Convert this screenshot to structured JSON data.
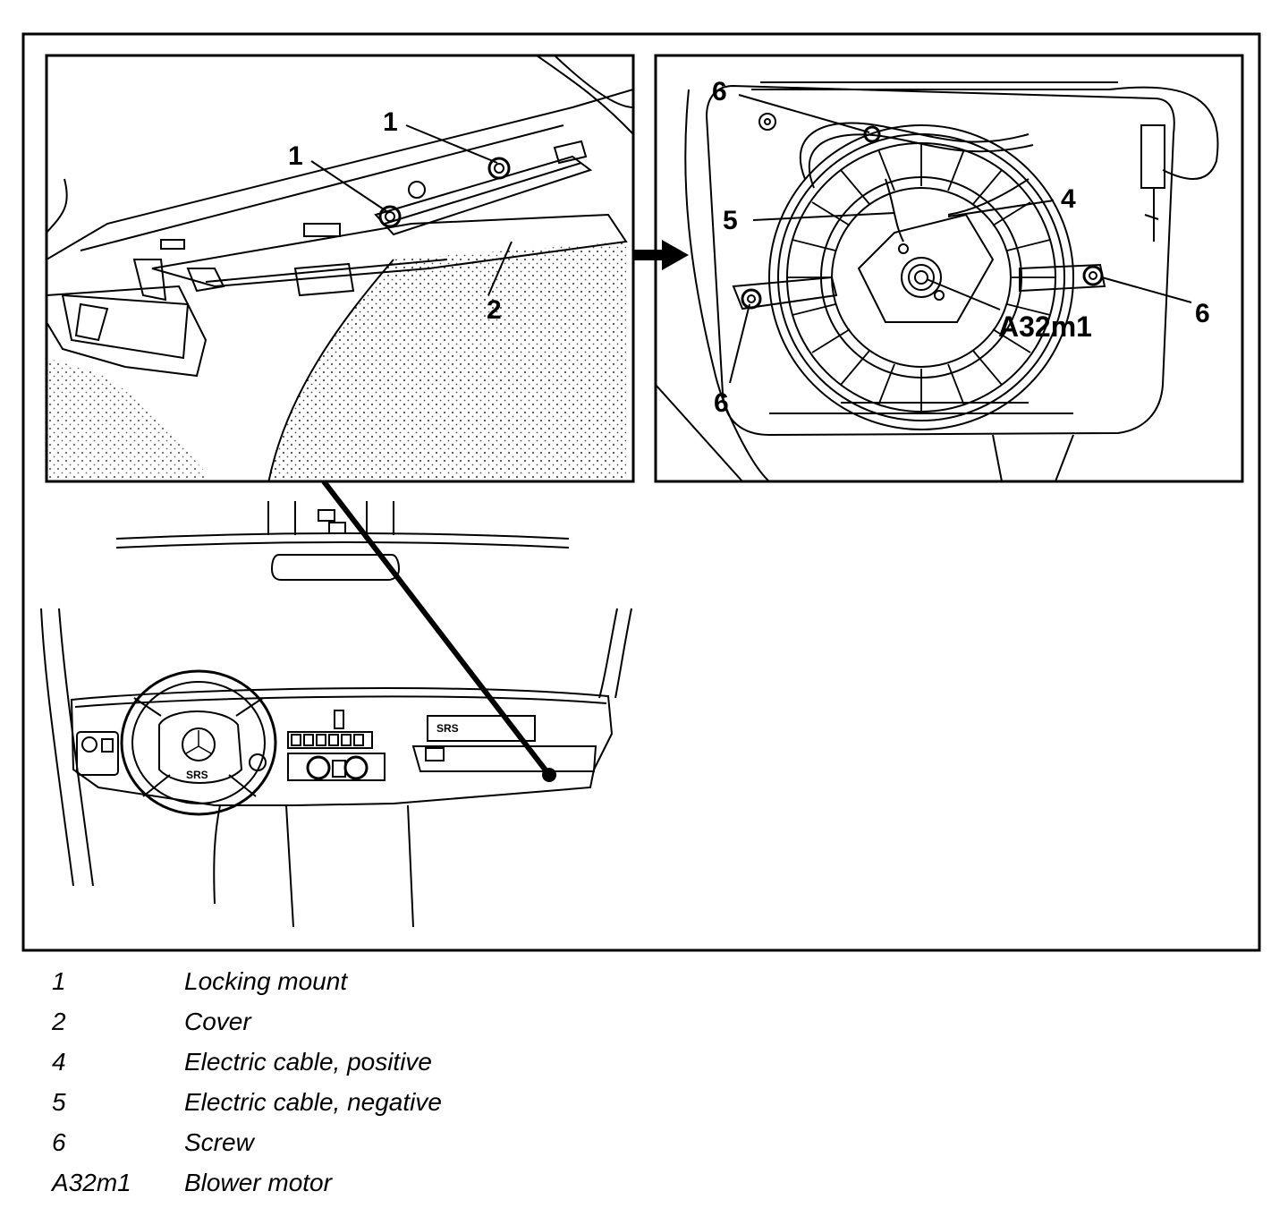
{
  "callouts": {
    "locking_mount_a": "1",
    "locking_mount_b": "1",
    "cover": "2",
    "screw_top": "6",
    "cable_negative": "5",
    "cable_positive": "4",
    "blower_motor": "A32m1",
    "screw_right": "6",
    "screw_left": "6"
  },
  "dashboard_badges": {
    "steering_wheel": "SRS",
    "passenger_panel": "SRS"
  },
  "legend": [
    {
      "key": "1",
      "desc": "Locking mount"
    },
    {
      "key": "2",
      "desc": "Cover"
    },
    {
      "key": "4",
      "desc": "Electric cable, positive"
    },
    {
      "key": "5",
      "desc": "Electric cable, negative"
    },
    {
      "key": "6",
      "desc": "Screw"
    },
    {
      "key": "A32m1",
      "desc": "Blower motor"
    }
  ]
}
